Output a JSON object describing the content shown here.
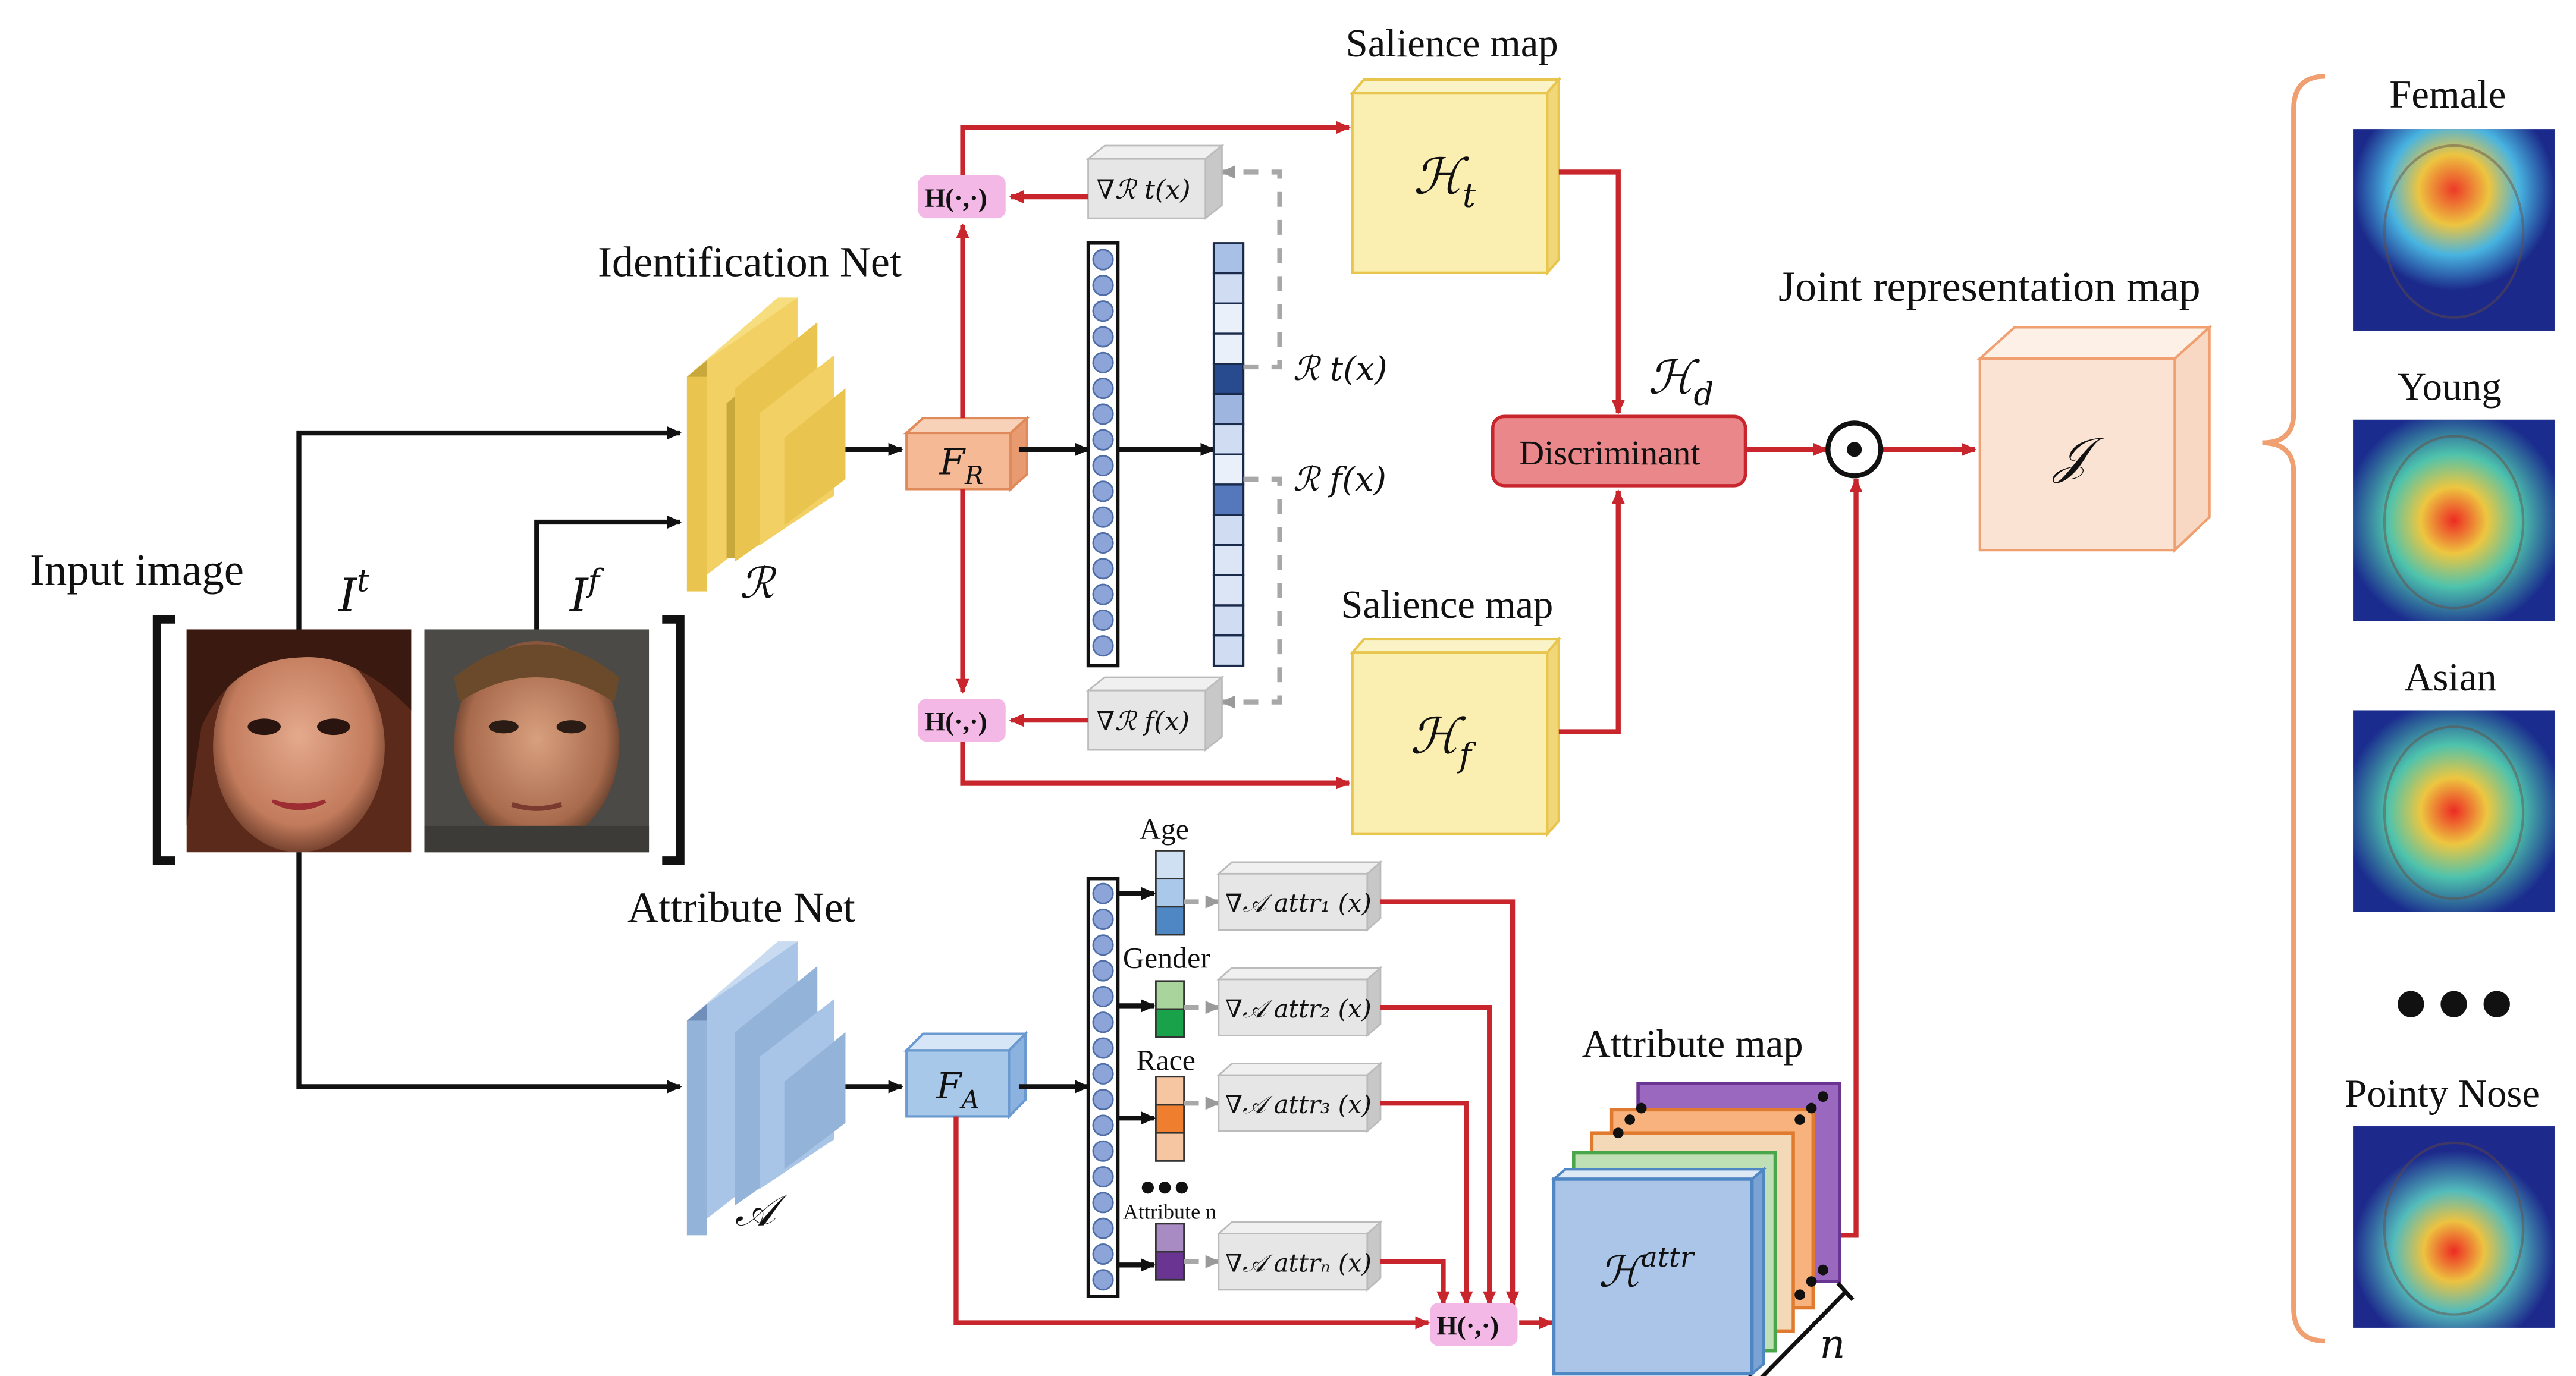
{
  "labels": {
    "input_image": "Input image",
    "identification_net": "Identification Net",
    "attribute_net": "Attribute Net",
    "salience_map_top": "Salience map",
    "salience_map_bottom": "Salience map",
    "joint_representation_map": "Joint representation map",
    "attribute_map": "Attribute map",
    "discriminant": "Discriminant"
  },
  "symbols": {
    "I_t_base": "I",
    "I_t_sup": "t",
    "I_f_base": "I",
    "I_f_sup": "f",
    "R": "ℛ",
    "A": "𝒜",
    "F_R_base": "F",
    "F_R_sub": "R",
    "F_A_base": "F",
    "F_A_sub": "A",
    "H_t_base": "ℋ",
    "H_t_sub": "t",
    "H_f_base": "ℋ",
    "H_f_sub": "f",
    "H_d_base": "ℋ",
    "H_d_sub": "d",
    "J": "𝒥",
    "H_attr_base": "ℋ",
    "H_attr_sup": "attr",
    "n": "n",
    "odot": "⊙",
    "H_fn": "H(·,·)",
    "grad_R_t": "∇ℛ t(x)",
    "grad_R_f": "∇ℛ f(x)",
    "R_t": "ℛ t(x)",
    "R_f": "ℛ f(x)"
  },
  "attributes": [
    {
      "name": "Age",
      "grad": "∇𝒜 attr₁ (x)",
      "colors": [
        "#cfe0f3",
        "#a9c8ea",
        "#4f86c4"
      ]
    },
    {
      "name": "Gender",
      "grad": "∇𝒜 attr₂ (x)",
      "colors": [
        "#a9d49b",
        "#1aa24a"
      ]
    },
    {
      "name": "Race",
      "grad": "∇𝒜 attr₃ (x)",
      "colors": [
        "#f6c6a3",
        "#ef7f2e",
        "#f6c6a3"
      ]
    },
    {
      "name": "Attribute n",
      "grad": "∇𝒜 attrₙ (x)",
      "colors": [
        "#a98bc4",
        "#6a3592"
      ]
    }
  ],
  "ellipsis": "●●●",
  "outputs": [
    {
      "label": "Female"
    },
    {
      "label": "Young"
    },
    {
      "label": "Asian"
    },
    {
      "label": "Pointy Nose"
    }
  ],
  "colors": {
    "red_arrow": "#c8262c",
    "yellow_block": "#f4d66a",
    "blue_block": "#a8c4e6",
    "salience_fill": "#fbeeb1",
    "orange_fr": "#f5b996",
    "discriminant_fill": "#e9878a",
    "pink_h": "#f3b8e6",
    "joint_fill": "#fbe3d3"
  }
}
